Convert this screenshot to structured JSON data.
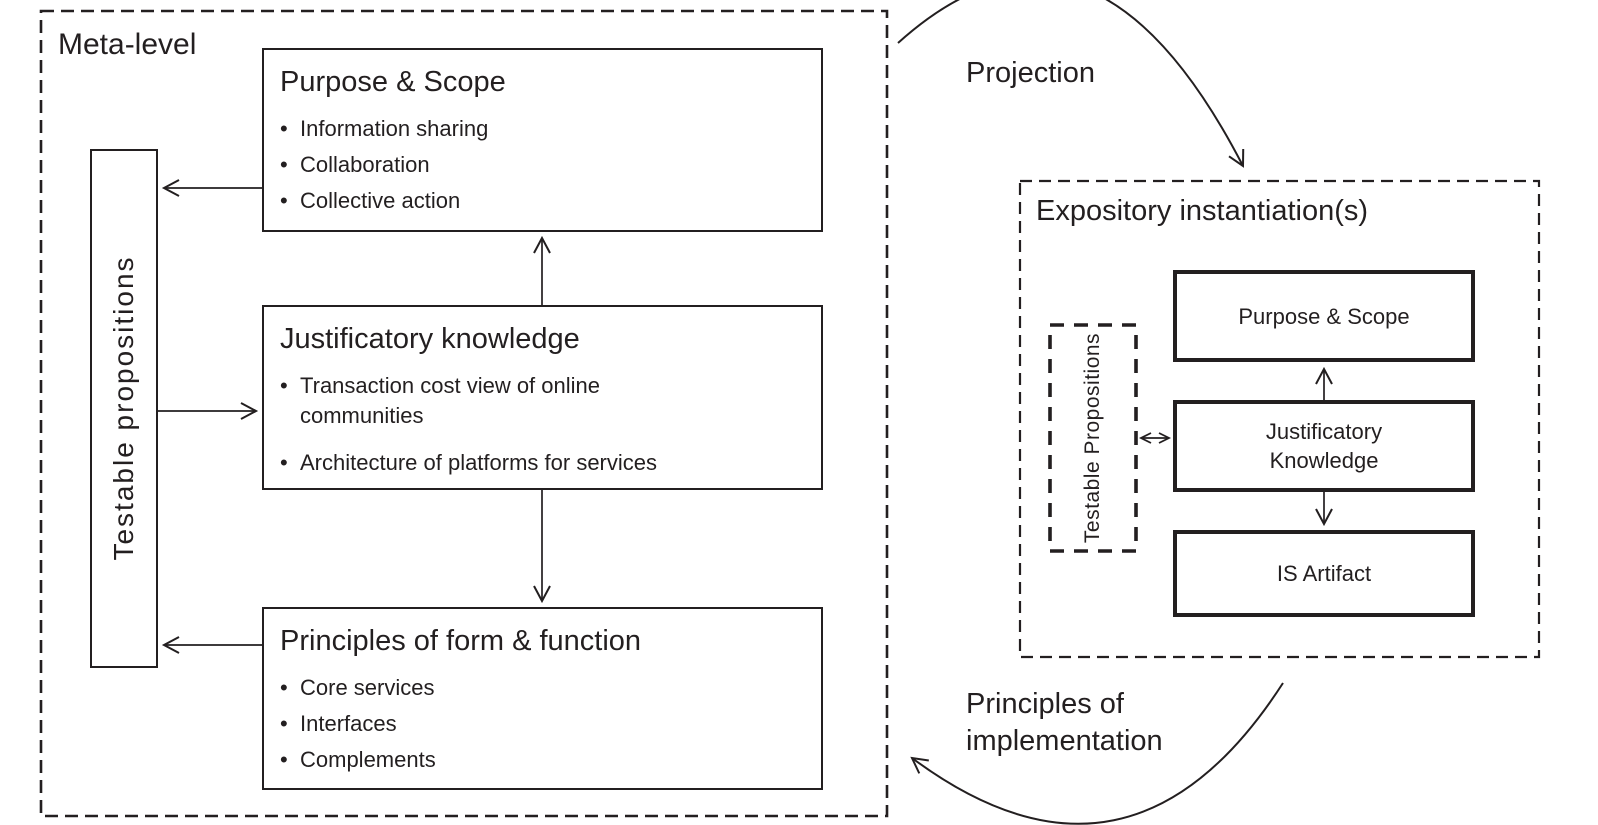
{
  "colors": {
    "ink": "#231f20",
    "paper": "#ffffff"
  },
  "glyphs": {
    "bullet": "•"
  },
  "meta_panel": {
    "title": "Meta-level",
    "testable_label": "Testable propositions",
    "purpose_box": {
      "title": "Purpose & Scope",
      "bullets": [
        "Information sharing",
        "Collaboration",
        "Collective action"
      ]
    },
    "justificatory_box": {
      "title": "Justificatory knowledge",
      "bullets": [
        "Transaction cost view of online communities",
        "Architecture of platforms for services"
      ]
    },
    "principles_box": {
      "title": "Principles of form & function",
      "bullets": [
        "Core services",
        "Interfaces",
        "Complements"
      ]
    }
  },
  "expository_panel": {
    "title": "Expository instantiation(s)",
    "testable_label": "Testable Propositions",
    "purpose_label": "Purpose & Scope",
    "justificatory_label": "Justificatory Knowledge",
    "artifact_label": "IS Artifact"
  },
  "flow_labels": {
    "projection": "Projection",
    "implementation": "Principles of implementation"
  }
}
